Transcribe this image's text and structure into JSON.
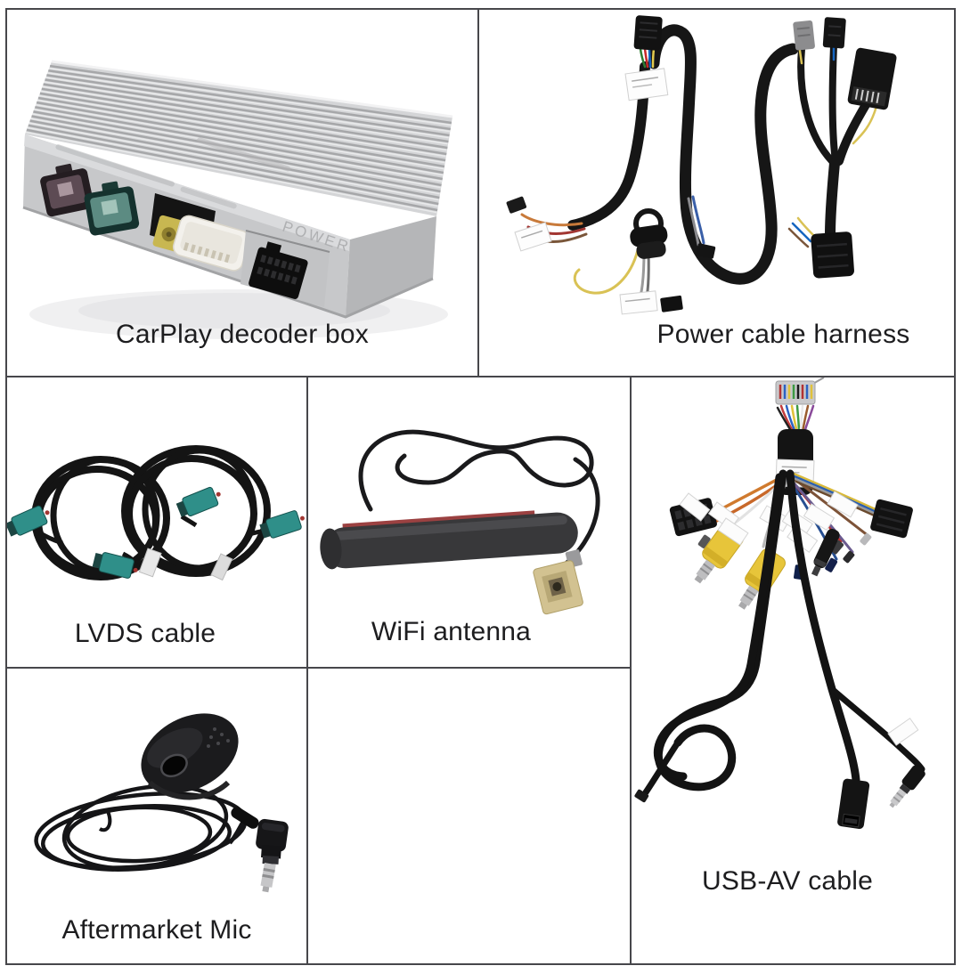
{
  "collage": {
    "background_color": "#ffffff",
    "grid_line_color": "#47474b",
    "cells": [
      {
        "id": "carplay-decoder-box",
        "label": "CarPlay decoder box"
      },
      {
        "id": "power-cable-harness",
        "label": "Power cable harness"
      },
      {
        "id": "lvds-cable",
        "label": "LVDS cable"
      },
      {
        "id": "wifi-antenna",
        "label": "WiFi antenna"
      },
      {
        "id": "usb-av-cable",
        "label": "USB-AV cable"
      },
      {
        "id": "aftermarket-mic",
        "label": "Aftermarket Mic"
      },
      {
        "id": "empty-cell",
        "label": ""
      }
    ],
    "photo_details": {
      "decoder_box_embossed_text": "POWER",
      "colors": {
        "decoder_box_silver": "#cfd0d2",
        "teal_lvds_connector": "#2f8f89",
        "yellow_fakra": "#c8b751",
        "yellow_rca": "#e7c53a",
        "beige_antenna_connector": "#d2c291",
        "antenna_red_stripe": "#8a2020",
        "cable_black": "#161616"
      }
    }
  }
}
